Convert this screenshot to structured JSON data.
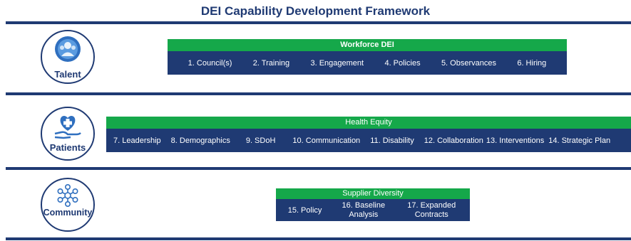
{
  "title": "DEI Capability Development Framework",
  "colors": {
    "navy": "#1f3a73",
    "green": "#15a84a",
    "white": "#ffffff"
  },
  "rows": [
    {
      "circle_label": "Talent",
      "icon": "people-group-icon",
      "header": "Workforce DEI",
      "items": [
        "1. Council(s)",
        "2. Training",
        "3. Engagement",
        "4. Policies",
        "5. Observances",
        "6. Hiring"
      ]
    },
    {
      "circle_label": "Patients",
      "icon": "heart-hand-icon",
      "header": "Health Equity",
      "items": [
        "7. Leadership",
        "8. Demographics",
        "9. SDoH",
        "10. Communication",
        "11. Disability",
        "12. Collaboration",
        "13. Interventions",
        "14. Strategic Plan"
      ]
    },
    {
      "circle_label": "Community",
      "icon": "network-icon",
      "header": "Supplier Diversity",
      "items": [
        "15. Policy",
        "16. Baseline Analysis",
        "17. Expanded Contracts"
      ]
    }
  ]
}
